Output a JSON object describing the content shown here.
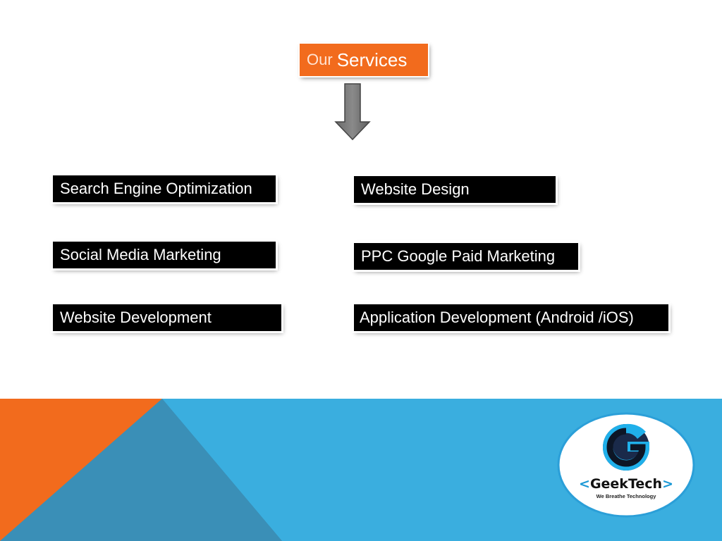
{
  "title": {
    "word1": "Our",
    "word2": "Services"
  },
  "services": [
    {
      "label": "Search Engine Optimization"
    },
    {
      "label": "Website Design"
    },
    {
      "label": "Social Media Marketing"
    },
    {
      "label": "PPC Google Paid Marketing"
    },
    {
      "label": "Website Development"
    },
    {
      "label": "Application Development (Android /iOS)"
    }
  ],
  "logo": {
    "icon": "g-letter-logo-icon",
    "open_bracket": "<",
    "name": "GeekTech",
    "close_bracket": ">",
    "tagline": "We Breathe Technology"
  },
  "colors": {
    "accent_orange": "#f26b1d",
    "band_blue": "#3aaedf",
    "band_dark_blue": "#3a8fb7",
    "box_black": "#000000"
  }
}
